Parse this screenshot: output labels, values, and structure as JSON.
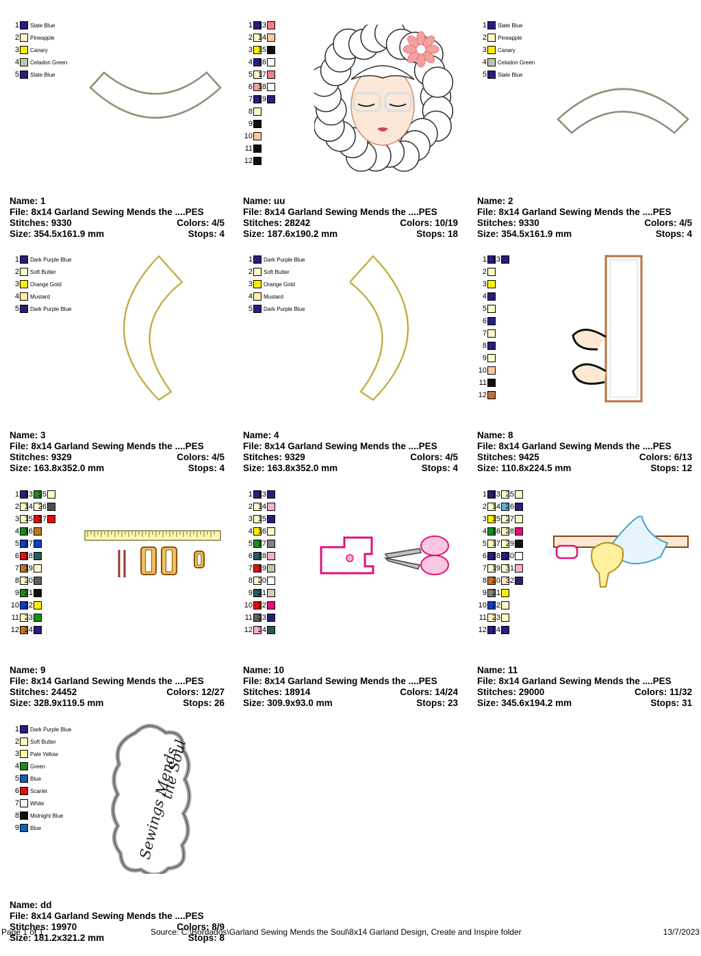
{
  "designs": [
    {
      "name_label": "Name: 1",
      "file_label": "File: 8x14 Garland Sewing Mends the ....PES",
      "stitches_label": "Stitches: 9330",
      "colors_label": "Colors: 4/5",
      "size_label": "Size: 354.5x161.9 mm",
      "stops_label": "Stops: 4",
      "art": "arc-down",
      "colors": [
        {
          "n": "1",
          "hex": "#2a1e7a",
          "label": "Slate Blue"
        },
        {
          "n": "2",
          "hex": "#fff8c8",
          "label": "Pineapple"
        },
        {
          "n": "3",
          "hex": "#ffee00",
          "label": "Canary"
        },
        {
          "n": "4",
          "hex": "#b8c8a8",
          "label": "Celadon Green"
        },
        {
          "n": "5",
          "hex": "#2a1e7a",
          "label": "Slate Blue"
        }
      ]
    },
    {
      "name_label": "Name: uu",
      "file_label": "File: 8x14 Garland Sewing Mends the ....PES",
      "stitches_label": "Stitches: 28242",
      "colors_label": "Colors: 10/19",
      "size_label": "Size: 187.6x190.2 mm",
      "stops_label": "Stops: 18",
      "art": "girl",
      "colors": [
        {
          "n": "1",
          "hex": "#2a1e7a"
        },
        {
          "n": "2",
          "hex": "#fff8c8"
        },
        {
          "n": "3",
          "hex": "#ffee00"
        },
        {
          "n": "4",
          "hex": "#2a1e7a"
        },
        {
          "n": "5",
          "hex": "#fff8c8"
        },
        {
          "n": "6",
          "hex": "#f4a0a0"
        },
        {
          "n": "7",
          "hex": "#2a1e7a"
        },
        {
          "n": "8",
          "hex": "#fff8c8"
        },
        {
          "n": "9",
          "hex": "#101010"
        },
        {
          "n": "10",
          "hex": "#f6c8a0"
        },
        {
          "n": "11",
          "hex": "#101010"
        },
        {
          "n": "12",
          "hex": "#101010"
        },
        {
          "n": "13",
          "hex": "#f08080"
        },
        {
          "n": "14",
          "hex": "#f6c8a0"
        },
        {
          "n": "15",
          "hex": "#101010"
        },
        {
          "n": "16",
          "hex": "#ffffff"
        },
        {
          "n": "17",
          "hex": "#f08080"
        },
        {
          "n": "18",
          "hex": "#ffffff"
        },
        {
          "n": "19",
          "hex": "#2a1e7a"
        }
      ]
    },
    {
      "name_label": "Name: 2",
      "file_label": "File: 8x14 Garland Sewing Mends the ....PES",
      "stitches_label": "Stitches: 9330",
      "colors_label": "Colors: 4/5",
      "size_label": "Size: 354.5x161.9 mm",
      "stops_label": "Stops: 4",
      "art": "arc-up",
      "colors": [
        {
          "n": "1",
          "hex": "#2a1e7a",
          "label": "Slate Blue"
        },
        {
          "n": "2",
          "hex": "#fff8c8",
          "label": "Pineapple"
        },
        {
          "n": "3",
          "hex": "#ffee00",
          "label": "Canary"
        },
        {
          "n": "4",
          "hex": "#b8c8a8",
          "label": "Celadon Green"
        },
        {
          "n": "5",
          "hex": "#2a1e7a",
          "label": "Slate Blue"
        }
      ]
    },
    {
      "name_label": "Name: 3",
      "file_label": "File: 8x14 Garland Sewing Mends the ....PES",
      "stitches_label": "Stitches: 9329",
      "colors_label": "Colors: 4/5",
      "size_label": "Size: 163.8x352.0 mm",
      "stops_label": "Stops: 4",
      "art": "arc-right",
      "colors": [
        {
          "n": "1",
          "hex": "#2a1e7a",
          "label": "Dark Purple Blue"
        },
        {
          "n": "2",
          "hex": "#fff8c8",
          "label": "Soft Butter"
        },
        {
          "n": "3",
          "hex": "#ffee00",
          "label": "Orange Gold"
        },
        {
          "n": "4",
          "hex": "#fff0a0",
          "label": "Mustard"
        },
        {
          "n": "5",
          "hex": "#2a1e7a",
          "label": "Dark Purple Blue"
        }
      ]
    },
    {
      "name_label": "Name: 4",
      "file_label": "File: 8x14 Garland Sewing Mends the ....PES",
      "stitches_label": "Stitches: 9329",
      "colors_label": "Colors: 4/5",
      "size_label": "Size: 163.8x352.0 mm",
      "stops_label": "Stops: 4",
      "art": "arc-left",
      "colors": [
        {
          "n": "1",
          "hex": "#2a1e7a",
          "label": "Dark Purple Blue"
        },
        {
          "n": "2",
          "hex": "#fff8c8",
          "label": "Soft Butter"
        },
        {
          "n": "3",
          "hex": "#ffee00",
          "label": "Orange Gold"
        },
        {
          "n": "4",
          "hex": "#fff0a0",
          "label": "Mustard"
        },
        {
          "n": "5",
          "hex": "#2a1e7a",
          "label": "Dark Purple Blue"
        }
      ]
    },
    {
      "name_label": "Name: 8",
      "file_label": "File: 8x14 Garland Sewing Mends the ....PES",
      "stitches_label": "Stitches: 9425",
      "colors_label": "Colors: 6/13",
      "size_label": "Size: 110.8x224.5 mm",
      "stops_label": "Stops: 12",
      "art": "end-panel",
      "colors": [
        {
          "n": "1",
          "hex": "#2a1e7a"
        },
        {
          "n": "2",
          "hex": "#fff8c8"
        },
        {
          "n": "3",
          "hex": "#ffee00"
        },
        {
          "n": "4",
          "hex": "#2a1e7a"
        },
        {
          "n": "5",
          "hex": "#fff8c8"
        },
        {
          "n": "6",
          "hex": "#2a1e7a"
        },
        {
          "n": "7",
          "hex": "#fff8c8"
        },
        {
          "n": "8",
          "hex": "#2a1e7a"
        },
        {
          "n": "9",
          "hex": "#fff8c8"
        },
        {
          "n": "10",
          "hex": "#f6c8a0"
        },
        {
          "n": "11",
          "hex": "#101010"
        },
        {
          "n": "12",
          "hex": "#b87040"
        },
        {
          "n": "13",
          "hex": "#2a1e7a"
        }
      ]
    },
    {
      "name_label": "Name: 9",
      "file_label": "File: 8x14 Garland Sewing Mends the ....PES",
      "stitches_label": "Stitches: 24452",
      "colors_label": "Colors: 12/27",
      "size_label": "Size: 328.9x119.5 mm",
      "stops_label": "Stops: 26",
      "art": "ruler",
      "colors": [
        {
          "n": "1",
          "hex": "#2a1e7a"
        },
        {
          "n": "2",
          "hex": "#fff8c8"
        },
        {
          "n": "3",
          "hex": "#fff8c8"
        },
        {
          "n": "4",
          "hex": "#1e8a1e"
        },
        {
          "n": "5",
          "hex": "#1040c0"
        },
        {
          "n": "6",
          "hex": "#e01010"
        },
        {
          "n": "7",
          "hex": "#b87820"
        },
        {
          "n": "8",
          "hex": "#fff8c8"
        },
        {
          "n": "9",
          "hex": "#1e8a1e"
        },
        {
          "n": "10",
          "hex": "#1040c0"
        },
        {
          "n": "11",
          "hex": "#fff8c8"
        },
        {
          "n": "12",
          "hex": "#b87820"
        },
        {
          "n": "13",
          "hex": "#1e8a1e"
        },
        {
          "n": "14",
          "hex": "#fff8c8"
        },
        {
          "n": "15",
          "hex": "#e01010"
        },
        {
          "n": "16",
          "hex": "#b87820"
        },
        {
          "n": "17",
          "hex": "#1040c0"
        },
        {
          "n": "18",
          "hex": "#2a5a5a"
        },
        {
          "n": "19",
          "hex": "#fff8c8"
        },
        {
          "n": "20",
          "hex": "#606060"
        },
        {
          "n": "21",
          "hex": "#101010"
        },
        {
          "n": "22",
          "hex": "#ffee00"
        },
        {
          "n": "23",
          "hex": "#1e8a1e"
        },
        {
          "n": "24",
          "hex": "#2a1e7a"
        },
        {
          "n": "25",
          "hex": "#fff8c8"
        },
        {
          "n": "26",
          "hex": "#505050"
        },
        {
          "n": "27",
          "hex": "#e01010"
        }
      ]
    },
    {
      "name_label": "Name: 10",
      "file_label": "File: 8x14 Garland Sewing Mends the ....PES",
      "stitches_label": "Stitches: 18914",
      "colors_label": "Colors: 14/24",
      "size_label": "Size: 309.9x93.0 mm",
      "stops_label": "Stops: 23",
      "art": "sewing-machine",
      "colors": [
        {
          "n": "1",
          "hex": "#2a1e7a"
        },
        {
          "n": "2",
          "hex": "#fff8c8"
        },
        {
          "n": "3",
          "hex": "#fff8c8"
        },
        {
          "n": "4",
          "hex": "#ffee00"
        },
        {
          "n": "5",
          "hex": "#1e8a1e"
        },
        {
          "n": "6",
          "hex": "#2a5a5a"
        },
        {
          "n": "7",
          "hex": "#e01010"
        },
        {
          "n": "8",
          "hex": "#fff8c8"
        },
        {
          "n": "9",
          "hex": "#2a5a5a"
        },
        {
          "n": "10",
          "hex": "#e01010"
        },
        {
          "n": "11",
          "hex": "#606060"
        },
        {
          "n": "12",
          "hex": "#f8b0d0"
        },
        {
          "n": "13",
          "hex": "#2a1e7a"
        },
        {
          "n": "14",
          "hex": "#f8b0d0"
        },
        {
          "n": "15",
          "hex": "#2a1e7a"
        },
        {
          "n": "16",
          "hex": "#fff8c8"
        },
        {
          "n": "17",
          "hex": "#808080"
        },
        {
          "n": "18",
          "hex": "#f8b0d0"
        },
        {
          "n": "19",
          "hex": "#b8c8a8"
        },
        {
          "n": "20",
          "hex": "#ffffff"
        },
        {
          "n": "21",
          "hex": "#d8c8b0"
        },
        {
          "n": "22",
          "hex": "#e0107a"
        },
        {
          "n": "23",
          "hex": "#2a1e7a"
        },
        {
          "n": "24",
          "hex": "#2a5a5a"
        }
      ]
    },
    {
      "name_label": "Name: 11",
      "file_label": "File: 8x14 Garland Sewing Mends the ....PES",
      "stitches_label": "Stitches: 29000",
      "colors_label": "Colors: 11/32",
      "size_label": "Size: 345.6x194.2 mm",
      "stops_label": "Stops: 31",
      "art": "iron",
      "colors": [
        {
          "n": "1",
          "hex": "#2a1e7a"
        },
        {
          "n": "2",
          "hex": "#fff8c8"
        },
        {
          "n": "3",
          "hex": "#ffee00"
        },
        {
          "n": "4",
          "hex": "#1e8a1e"
        },
        {
          "n": "5",
          "hex": "#fff8c8"
        },
        {
          "n": "6",
          "hex": "#2a1e7a"
        },
        {
          "n": "7",
          "hex": "#fff8c8"
        },
        {
          "n": "8",
          "hex": "#d07020"
        },
        {
          "n": "9",
          "hex": "#808080"
        },
        {
          "n": "10",
          "hex": "#1040c0"
        },
        {
          "n": "11",
          "hex": "#fff8c8"
        },
        {
          "n": "12",
          "hex": "#2a1e7a"
        },
        {
          "n": "13",
          "hex": "#fff8c8"
        },
        {
          "n": "14",
          "hex": "#60b0e0"
        },
        {
          "n": "15",
          "hex": "#fff8c8"
        },
        {
          "n": "16",
          "hex": "#fff8c8"
        },
        {
          "n": "17",
          "hex": "#fff8c8"
        },
        {
          "n": "18",
          "hex": "#2a1e7a"
        },
        {
          "n": "19",
          "hex": "#fff8c8"
        },
        {
          "n": "20",
          "hex": "#fde0c8"
        },
        {
          "n": "21",
          "hex": "#ffee00"
        },
        {
          "n": "22",
          "hex": "#fff8c8"
        },
        {
          "n": "23",
          "hex": "#fff8c8"
        },
        {
          "n": "24",
          "hex": "#2a1e7a"
        },
        {
          "n": "25",
          "hex": "#fff8c8"
        },
        {
          "n": "26",
          "hex": "#2a1e7a"
        },
        {
          "n": "27",
          "hex": "#fff8c8"
        },
        {
          "n": "28",
          "hex": "#e0107a"
        },
        {
          "n": "29",
          "hex": "#101010"
        },
        {
          "n": "30",
          "hex": "#ffffff"
        },
        {
          "n": "31",
          "hex": "#f8b0d0"
        },
        {
          "n": "32",
          "hex": "#2a1e7a"
        }
      ]
    },
    {
      "name_label": "Name: dd",
      "file_label": "File: 8x14 Garland Sewing Mends the ....PES",
      "stitches_label": "Stitches: 19970",
      "colors_label": "Colors: 8/9",
      "size_label": "Size: 181.2x321.2 mm",
      "stops_label": "Stops: 8",
      "art": "cloud-text",
      "art_text": [
        "Sewings Mends",
        "the Soul"
      ],
      "colors": [
        {
          "n": "1",
          "hex": "#2a1e7a",
          "label": "Dark Purple Blue"
        },
        {
          "n": "2",
          "hex": "#fff8c8",
          "label": "Soft Butter"
        },
        {
          "n": "3",
          "hex": "#fff8a0",
          "label": "Pale Yellow"
        },
        {
          "n": "4",
          "hex": "#1e8a1e",
          "label": "Green"
        },
        {
          "n": "5",
          "hex": "#1060b0",
          "label": "Blue"
        },
        {
          "n": "6",
          "hex": "#e01010",
          "label": "Scarlet"
        },
        {
          "n": "7",
          "hex": "#f4f4f4",
          "label": "White"
        },
        {
          "n": "8",
          "hex": "#101010",
          "label": "Midnight Blue"
        },
        {
          "n": "9",
          "hex": "#1060b0",
          "label": "Blue"
        }
      ]
    }
  ],
  "footer": {
    "page": "Page 1 of 1",
    "source": "Source: C:\\Bordados\\Garland Sewing Mends the Soul\\8x14 Garland Design, Create and Inspire folder",
    "date": "13/7/2023"
  }
}
